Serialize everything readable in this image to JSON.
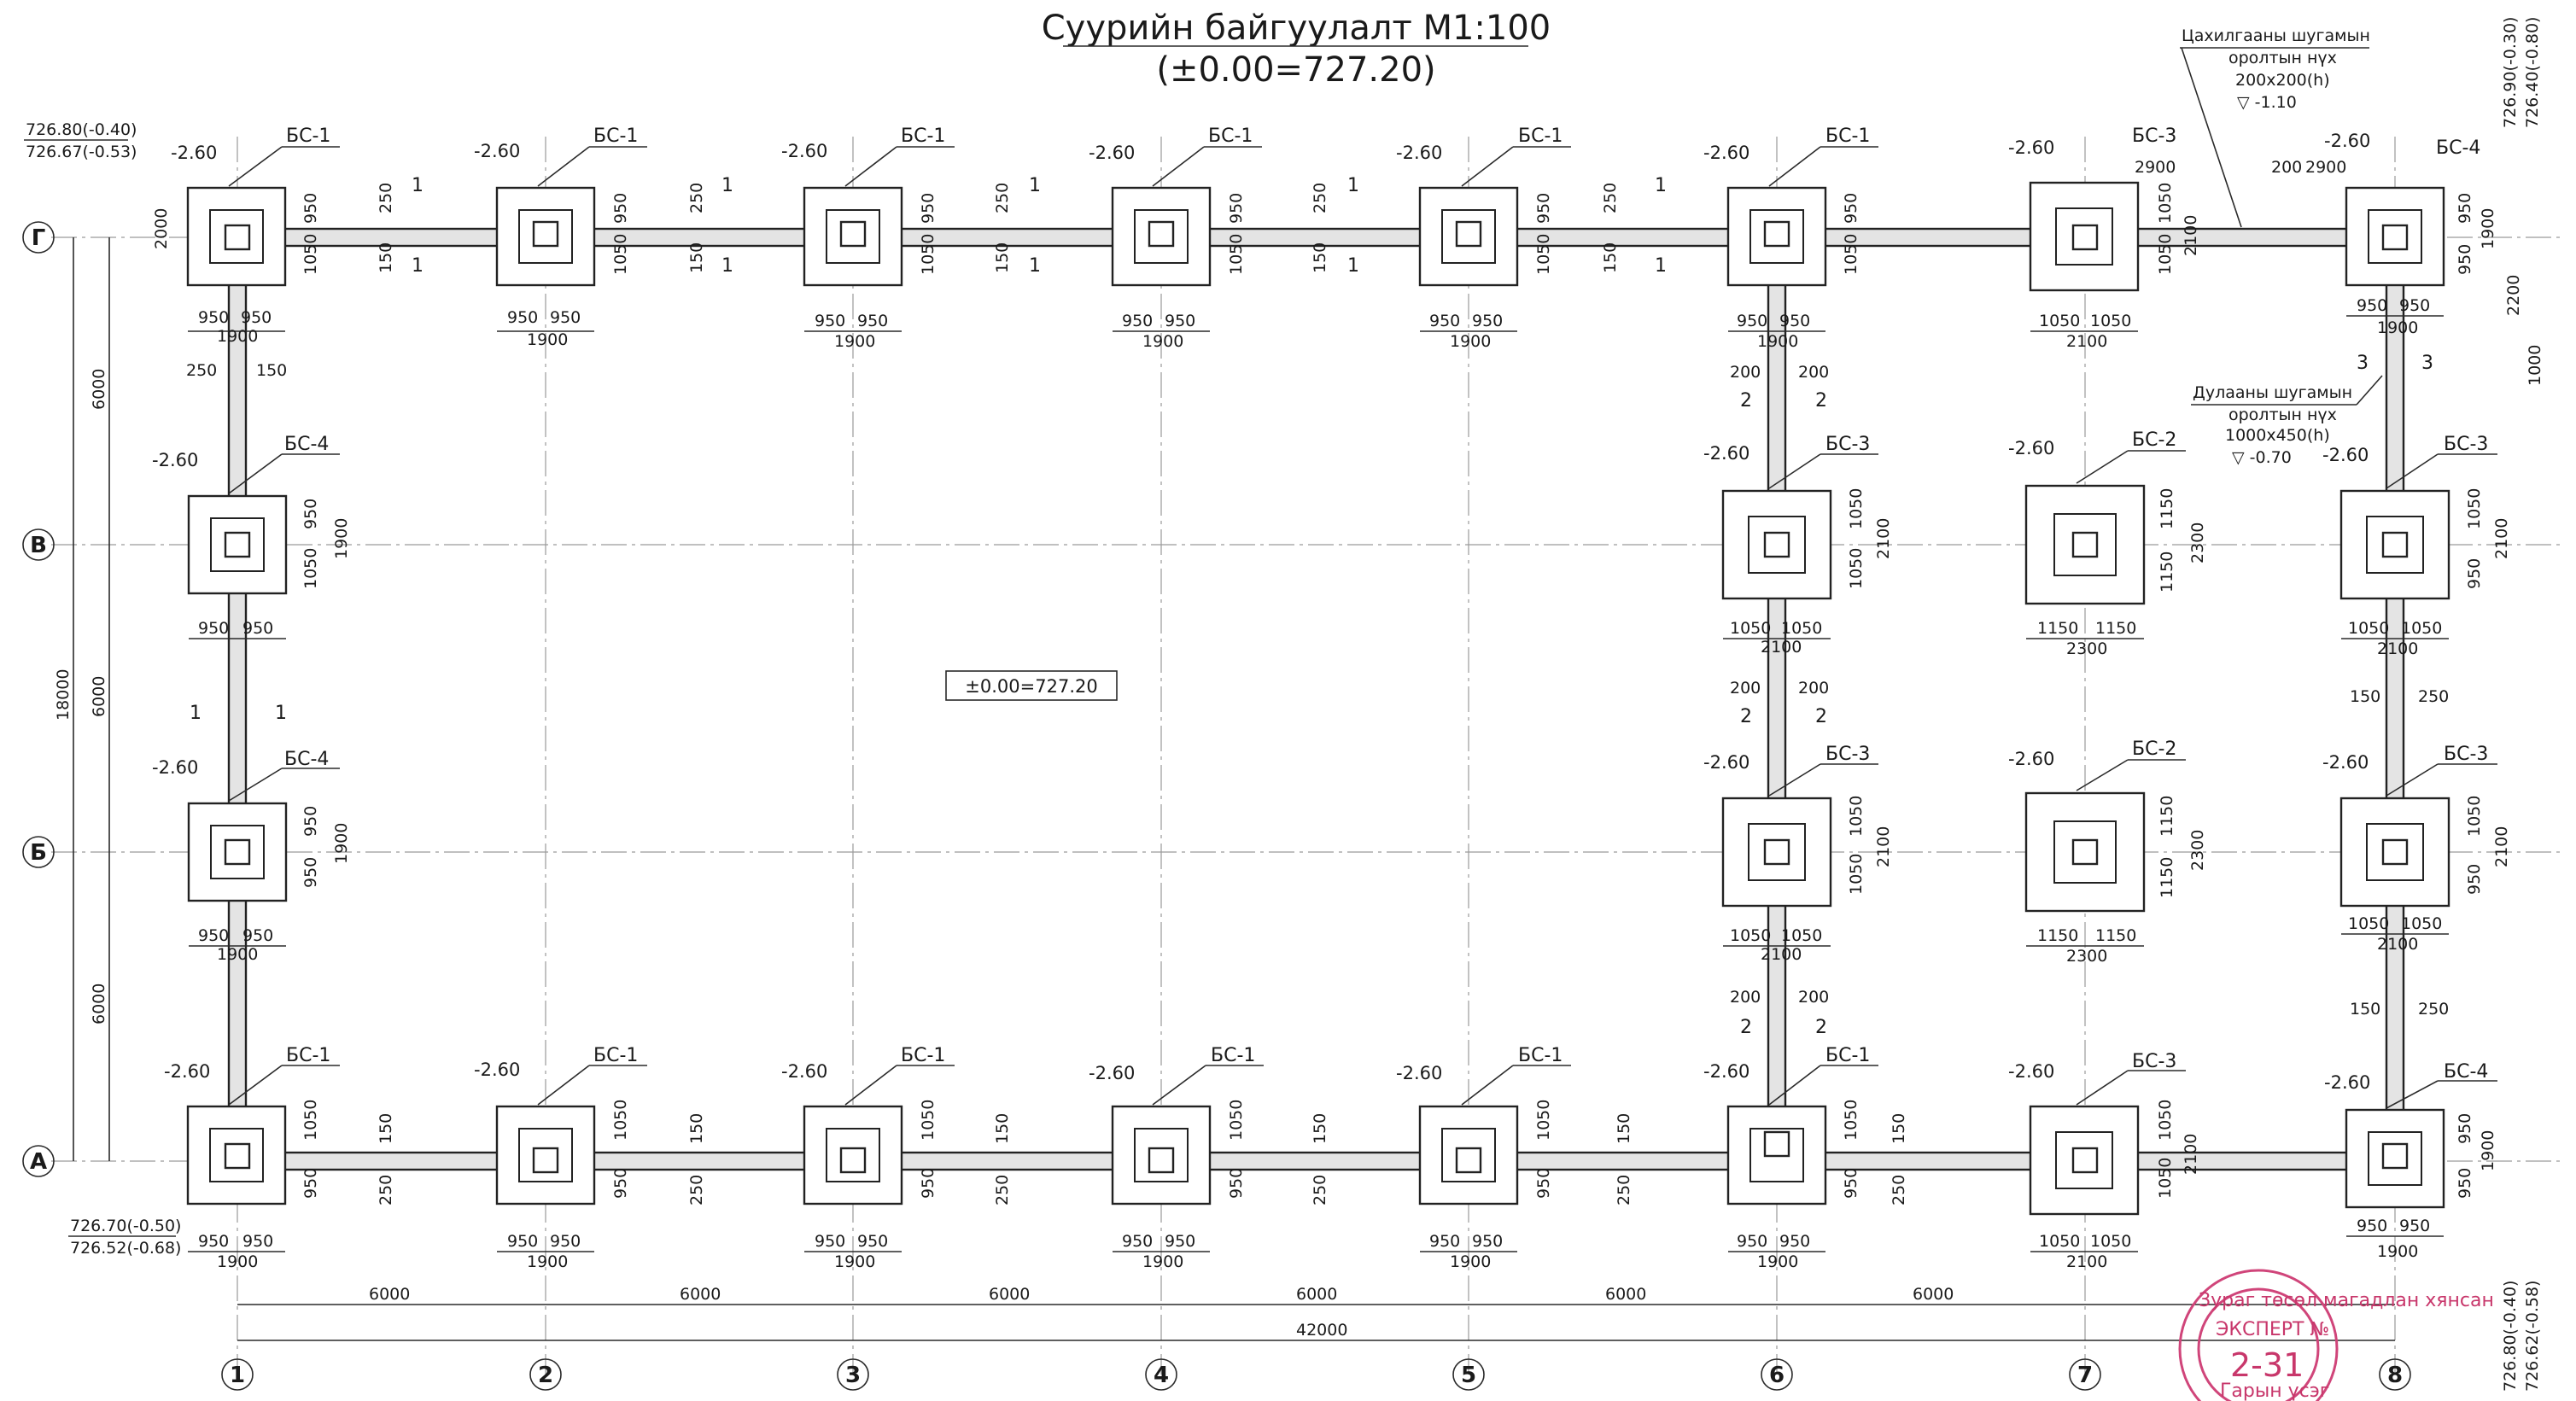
{
  "title": "Суурийн байгуулалт  М1:100",
  "subtitle": "(±0.00=727.20)",
  "center_label": "±0.00=727.20",
  "axes_x": [
    "1",
    "2",
    "3",
    "4",
    "5",
    "6",
    "7",
    "8"
  ],
  "axes_y": [
    "Г",
    "В",
    "Б",
    "А"
  ],
  "span_x": "6000",
  "total_x": "42000",
  "span_y": "6000",
  "total_y": "18000",
  "depth": "-2.60",
  "marks": {
    "bs1": "БС-1",
    "bs2": "БС-2",
    "bs3": "БС-3",
    "bs4": "БС-4"
  },
  "dims": {
    "d950": "950",
    "d1050": "1050",
    "d1150": "1150",
    "d1900": "1900",
    "d2100": "2100",
    "d2300": "2300",
    "d150": "150",
    "d250": "250",
    "d200": "200",
    "d2900": "2900",
    "d2000": "2000",
    "d2200": "2200",
    "d1000": "1000"
  },
  "section_ids": [
    "1",
    "2",
    "3"
  ],
  "corner_levels": {
    "tl1": "726.80(-0.40)",
    "tl2": "726.67(-0.53)",
    "bl1": "726.70(-0.50)",
    "bl2": "726.52(-0.68)",
    "tr1": "726.90(-0.30)",
    "tr2": "726.40(-0.80)",
    "br1": "726.80(-0.40)",
    "br2": "726.62(-0.58)"
  },
  "notes": {
    "water1": "Цахилгааны шугамын",
    "water2": "оролтын нүх",
    "water3": "200x200(h)",
    "water4": "▽ -1.10",
    "heat1": "Дулааны шугамын",
    "heat2": "оролтын нүх",
    "heat3": "1000x450(h)",
    "heat4": "▽ -0.70"
  },
  "stamp": {
    "line1": "Зураг төсөл магадлан хянсан",
    "line2": "ЭКСПЕРТ №",
    "line3": "2-31",
    "line4": "Гарын үсэг"
  }
}
